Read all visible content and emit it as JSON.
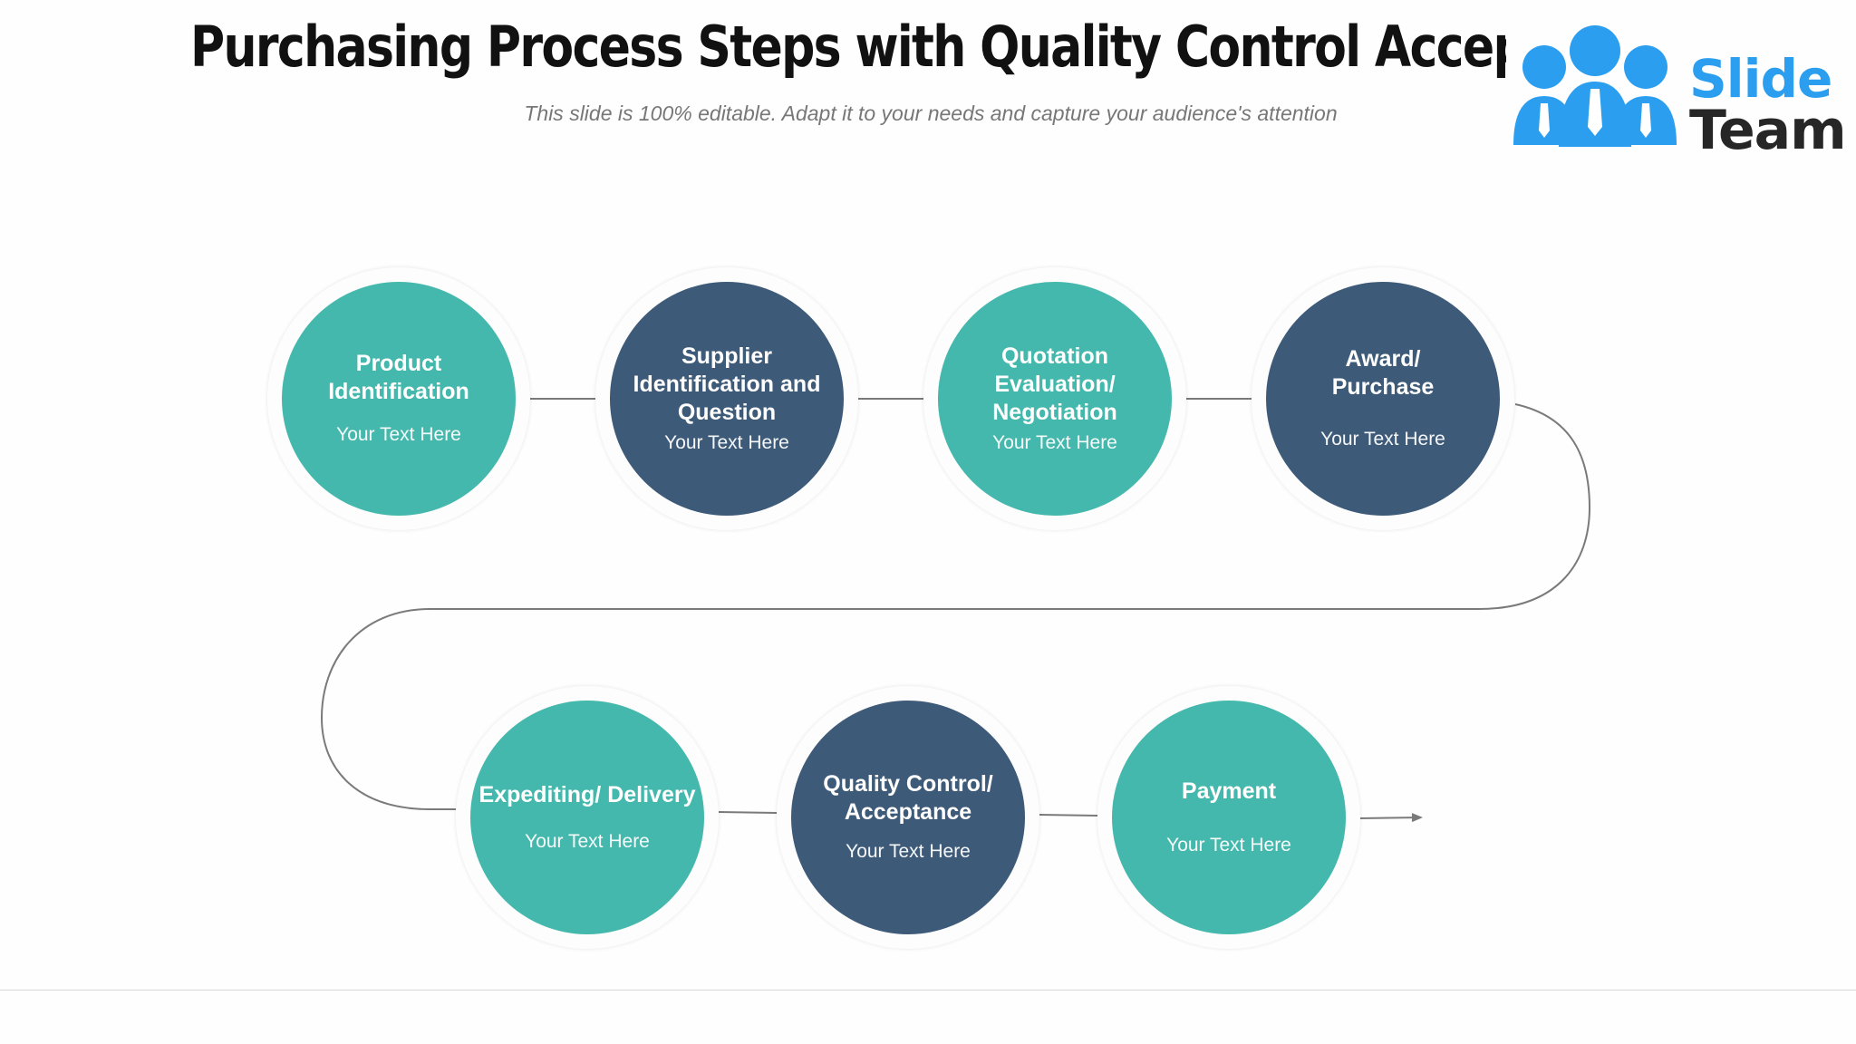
{
  "title": "Purchasing Process Steps with Quality Control Acceptance",
  "subtitle": "This slide is 100% editable. Adapt it to your needs and capture your audience's attention",
  "logo": {
    "word1": "Slide",
    "word2": "Team",
    "icon": "team-people-icon"
  },
  "colors": {
    "teal": "#44b8ac",
    "navy": "#3d5a78",
    "connector": "#7a7a7a",
    "logo_blue": "#2b9ef0"
  },
  "steps": [
    {
      "title": "Product Identification",
      "text": "Your Text Here",
      "color": "teal"
    },
    {
      "title": "Supplier Identification and Question",
      "text": "Your Text Here",
      "color": "navy"
    },
    {
      "title": "Quotation Evaluation/ Negotiation",
      "text": "Your Text Here",
      "color": "teal"
    },
    {
      "title": "Award/ Purchase",
      "text": "Your Text Here",
      "color": "navy"
    },
    {
      "title": "Expediting/ Delivery",
      "text": "Your Text Here",
      "color": "teal"
    },
    {
      "title": "Quality Control/ Acceptance",
      "text": "Your Text Here",
      "color": "navy"
    },
    {
      "title": "Payment",
      "text": "Your Text Here",
      "color": "teal"
    }
  ]
}
